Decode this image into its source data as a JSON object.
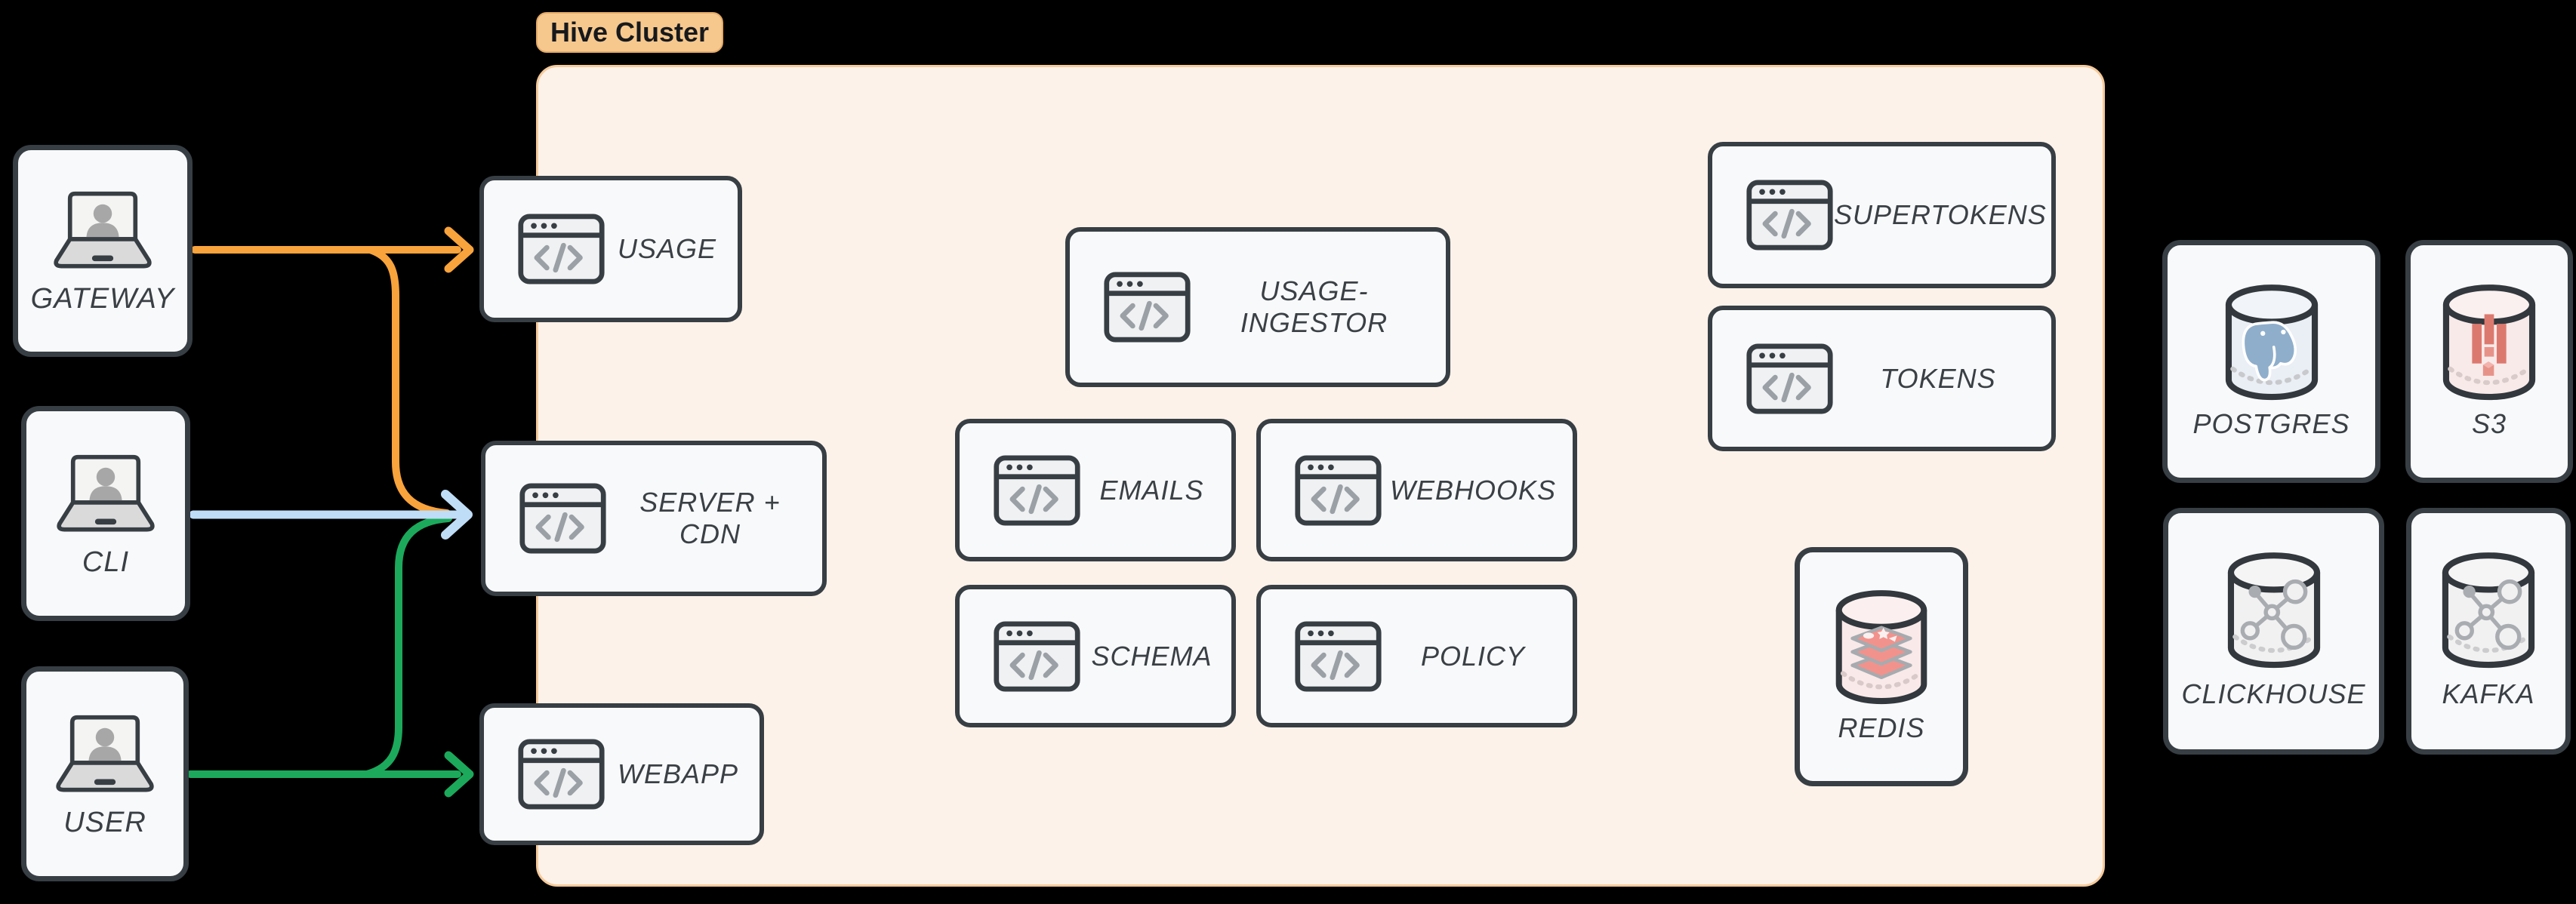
{
  "cluster": {
    "label": "Hive Cluster",
    "services": {
      "usage": "USAGE",
      "server_cdn": "SERVER + CDN",
      "webapp": "WEBAPP",
      "usage_ingestor": "USAGE-INGESTOR",
      "emails": "EMAILS",
      "webhooks": "WEBHOOKS",
      "schema": "SCHEMA",
      "policy": "POLICY",
      "supertokens": "SUPERTOKENS",
      "tokens": "TOKENS",
      "redis": "REDIS"
    }
  },
  "clients": {
    "gateway": "GATEWAY",
    "cli": "CLI",
    "user": "USER"
  },
  "datastores": {
    "postgres": "POSTGRES",
    "s3": "S3",
    "clickhouse": "CLICKHOUSE",
    "kafka": "KAFKA"
  },
  "edges": [
    {
      "from": "GATEWAY",
      "to": "USAGE",
      "color": "#F8A33C"
    },
    {
      "from": "GATEWAY",
      "to": "SERVER + CDN",
      "color": "#F8A33C"
    },
    {
      "from": "CLI",
      "to": "SERVER + CDN",
      "color": "#BFDDF6"
    },
    {
      "from": "USER",
      "to": "SERVER + CDN",
      "color": "#1CA95C"
    },
    {
      "from": "USER",
      "to": "WEBAPP",
      "color": "#1CA95C"
    }
  ],
  "colors": {
    "background": "#000000",
    "cluster_fill": "#FDF2E9",
    "cluster_border": "#F5CA9B",
    "cluster_label_fill": "#F6C88E",
    "node_fill": "#F8F9FA",
    "node_border": "#373E44",
    "label_text": "#3A4045",
    "arrow_orange": "#F8A33C",
    "arrow_blue": "#BFDDF6",
    "arrow_green": "#1CA95C"
  }
}
